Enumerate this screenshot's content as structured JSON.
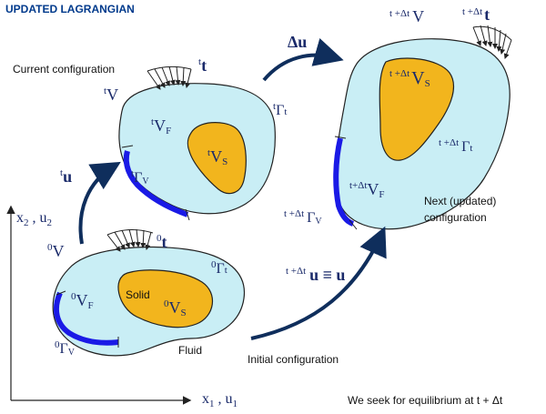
{
  "header": {
    "title": "UPDATED LAGRANGIAN"
  },
  "colors": {
    "fluid_fill": "#c9eef5",
    "solid_fill": "#f2b51d",
    "outline": "#222222",
    "boundary": "#1a1ae6",
    "arrow": "#0f2e5c",
    "title": "#003a8c",
    "label": "#1a2a6a"
  },
  "current": {
    "caption": "Current configuration",
    "traction_pre": "t",
    "traction": "t",
    "volume_pre": "t",
    "volume": "V",
    "fluid_pre": "t",
    "fluid": "V",
    "fluid_sub": "F",
    "solid_pre": "t",
    "solid": "V",
    "solid_sub": "S",
    "gamma_t_pre": "t",
    "gamma_t": "Γ",
    "gamma_t_sub": "t",
    "gamma_v_pre": "t",
    "gamma_v": "Γ",
    "gamma_v_sub": "V"
  },
  "next": {
    "caption_line1": "Next (updated)",
    "caption_line2": "configuration",
    "traction_pre": "t +Δt",
    "traction": "t",
    "volume_pre": "t +Δt",
    "volume": "V",
    "fluid_pre": "t+Δt",
    "fluid": "V",
    "fluid_sub": "F",
    "solid_pre": "t +Δt",
    "solid": "V",
    "solid_sub": "S",
    "gamma_t_pre": "t +Δt",
    "gamma_t": "Γ",
    "gamma_t_sub": "t",
    "gamma_v_pre": "t +Δt",
    "gamma_v": "Γ",
    "gamma_v_sub": "V"
  },
  "initial": {
    "caption": "Initial configuration",
    "solid_text": "Solid",
    "fluid_text": "Fluid",
    "traction_pre": "0",
    "traction": "t",
    "volume_pre": "0",
    "volume": "V",
    "fluid_pre": "0",
    "fluid": "V",
    "fluid_sub": "F",
    "solid_pre": "0",
    "solid": "V",
    "solid_sub": "S",
    "gamma_t_pre": "0",
    "gamma_t": "Γ",
    "gamma_t_sub": "t",
    "gamma_v_pre": "0",
    "gamma_v": "Γ",
    "gamma_v_sub": "V"
  },
  "arrows": {
    "delta_u": "Δu",
    "u_pre": "t",
    "u": "u",
    "equiv_pre": "t +Δt",
    "equiv": "u ≡ u"
  },
  "axes": {
    "y_label": "x",
    "y_sub1": "2",
    "y_sep": " , u",
    "y_sub2": "2",
    "x_label": "x",
    "x_sub1": "1",
    "x_sep": " , u",
    "x_sub2": "1"
  },
  "footer": {
    "text": "We seek for equilibrium at t + Δt"
  }
}
